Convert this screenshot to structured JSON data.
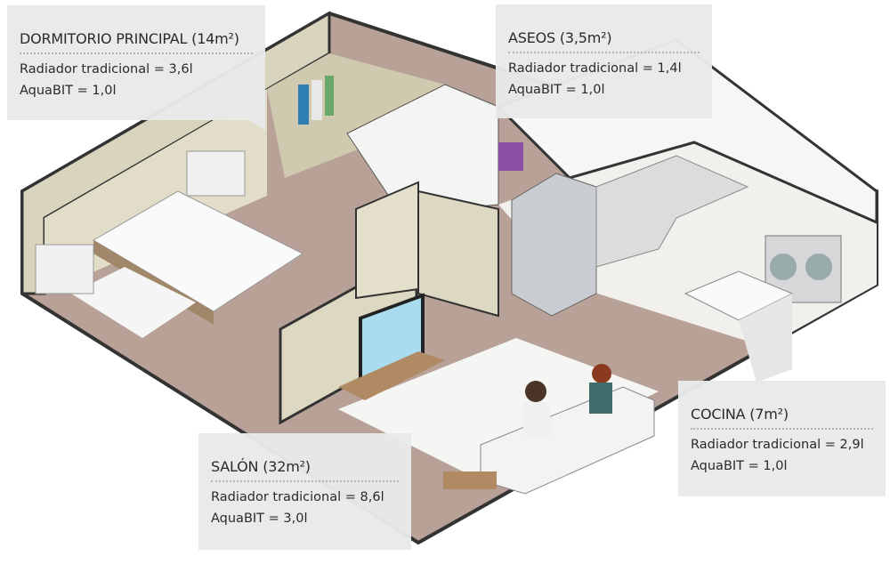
{
  "rooms": {
    "dormitorio": {
      "title": "DORMITORIO PRINCIPAL (14m²)",
      "radiador": "Radiador tradicional = 3,6l",
      "aquabit": "AquaBIT = 1,0l"
    },
    "aseos": {
      "title": "ASEOS (3,5m²)",
      "radiador": "Radiador tradicional = 1,4l",
      "aquabit": "AquaBIT = 1,0l"
    },
    "cocina": {
      "title": "COCINA (7m²)",
      "radiador": "Radiador tradicional = 2,9l",
      "aquabit": "AquaBIT = 1,0l"
    },
    "salon": {
      "title": "SALÓN (32m²)",
      "radiador": "Radiador tradicional = 8,6l",
      "aquabit": "AquaBIT = 3,0l"
    }
  },
  "colors": {
    "box": "#e8e9e9",
    "floor": "#b59e94",
    "wall": "#dcd8c4",
    "wallEdge": "#3a3a3a"
  }
}
